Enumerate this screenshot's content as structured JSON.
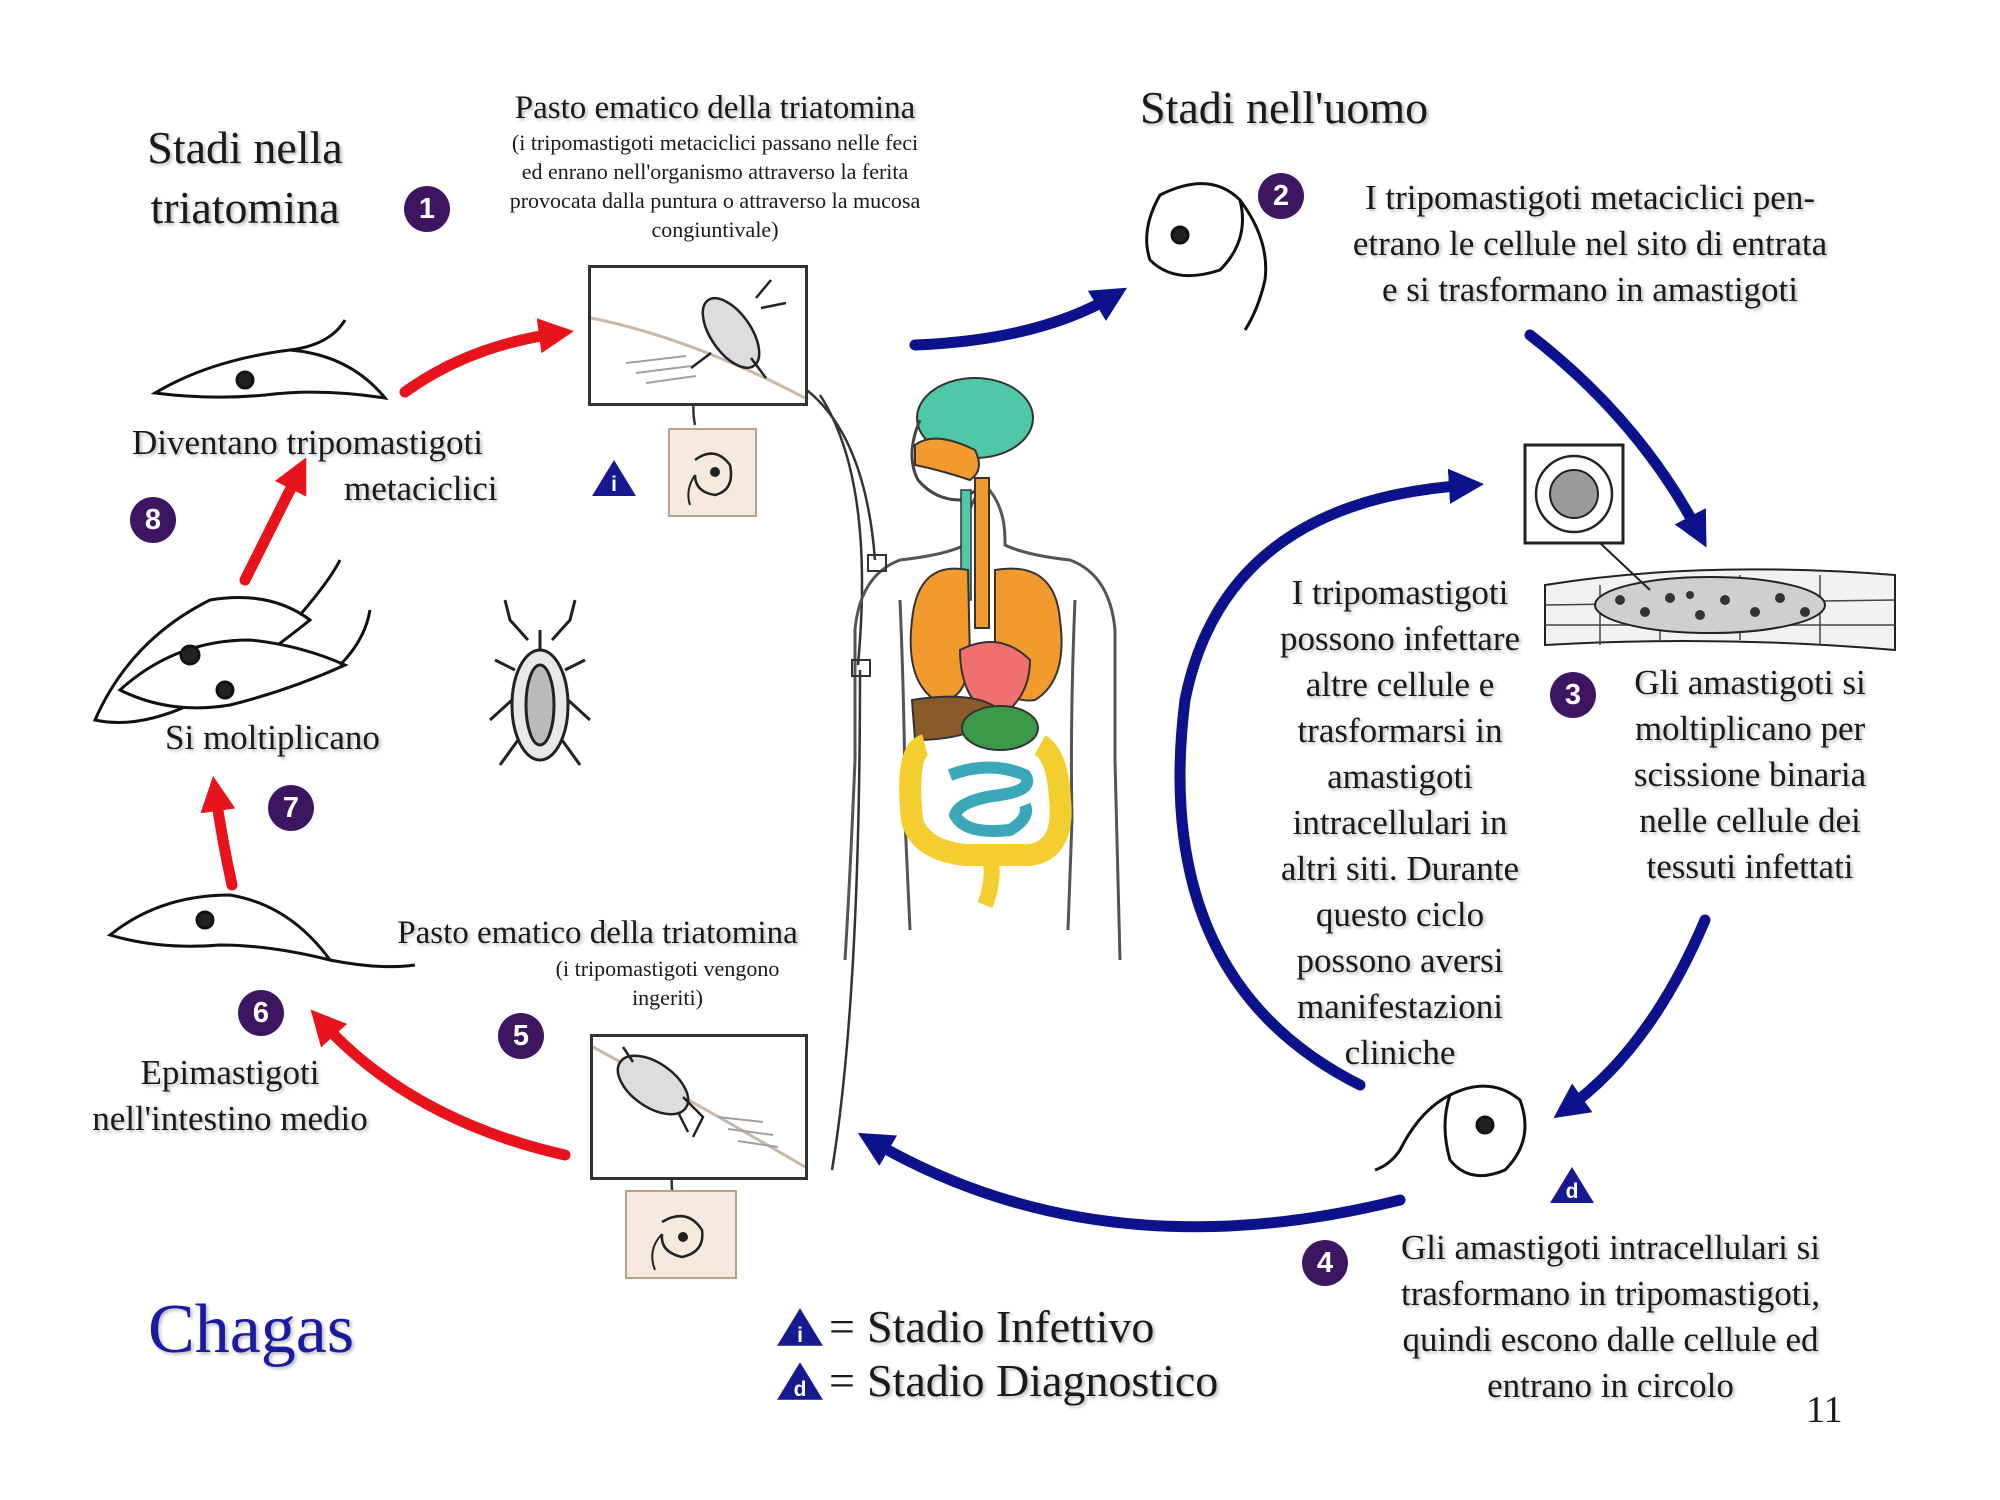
{
  "colors": {
    "red_arrow": "#e8131b",
    "blue_arrow": "#0c128c",
    "step_circle": "#3d1560",
    "triangle": "#16198f",
    "chagas_title": "#1a1aa3",
    "brain": "#4fc8a8",
    "lungs": "#f29a2e",
    "heart": "#f07070",
    "intestine": "#f4cd2e",
    "small_intestine": "#3aa8b8"
  },
  "headers": {
    "triatomina_stages": [
      "Stadi nella",
      "triatomina"
    ],
    "human_stages": "Stadi nell'uomo"
  },
  "steps": {
    "s1": {
      "num": "1",
      "title": "Pasto ematico della triatomina",
      "lines": [
        "(i tripomastigoti metaciclici passano nelle feci",
        "ed enrano nell'organismo attraverso la ferita",
        "provocata dalla puntura o attraverso la mucosa",
        "congiuntivale)"
      ]
    },
    "s2": {
      "num": "2",
      "lines": [
        "I tripomastigoti metaciclici pen-",
        "etrano le cellule nel sito di entrata",
        "e si trasformano in amastigoti"
      ]
    },
    "s3": {
      "num": "3",
      "lines": [
        "Gli amastigoti si",
        "moltiplicano per",
        "scissione binaria",
        "nelle cellule dei",
        "tessuti infettati"
      ]
    },
    "s4": {
      "num": "4",
      "lines": [
        "Gli amastigoti intracellulari si",
        "trasformano in tripomastigoti,",
        "quindi escono dalle cellule ed",
        "entrano in circolo"
      ]
    },
    "s5": {
      "num": "5",
      "title": "Pasto ematico della triatomina",
      "lines": [
        "(i tripomastigoti vengono",
        "ingeriti)"
      ]
    },
    "s6": {
      "num": "6",
      "lines": [
        "Epimastigoti",
        "nell'intestino medio"
      ]
    },
    "s7": {
      "num": "7",
      "label": "Si moltiplicano"
    },
    "s8": {
      "num": "8",
      "lines": [
        "Diventano tripomastigoti",
        "metaciclici"
      ]
    }
  },
  "reinfection": [
    "I tripomastigoti",
    "possono infettare",
    "altre cellule e",
    "trasformarsi in",
    "amastigoti",
    "intracellulari in",
    "altri siti. Durante",
    "questo ciclo",
    "possono aversi",
    "manifestazioni",
    "cliniche"
  ],
  "markers": {
    "infective": "i",
    "diagnostic": "d"
  },
  "legend": {
    "infective": {
      "symbol": "i",
      "sep": "=",
      "text": "Stadio Infettivo"
    },
    "diagnostic": {
      "symbol": "d",
      "sep": "=",
      "text": "Stadio Diagnostico"
    }
  },
  "footer": {
    "title": "Chagas",
    "page_number": "11"
  }
}
